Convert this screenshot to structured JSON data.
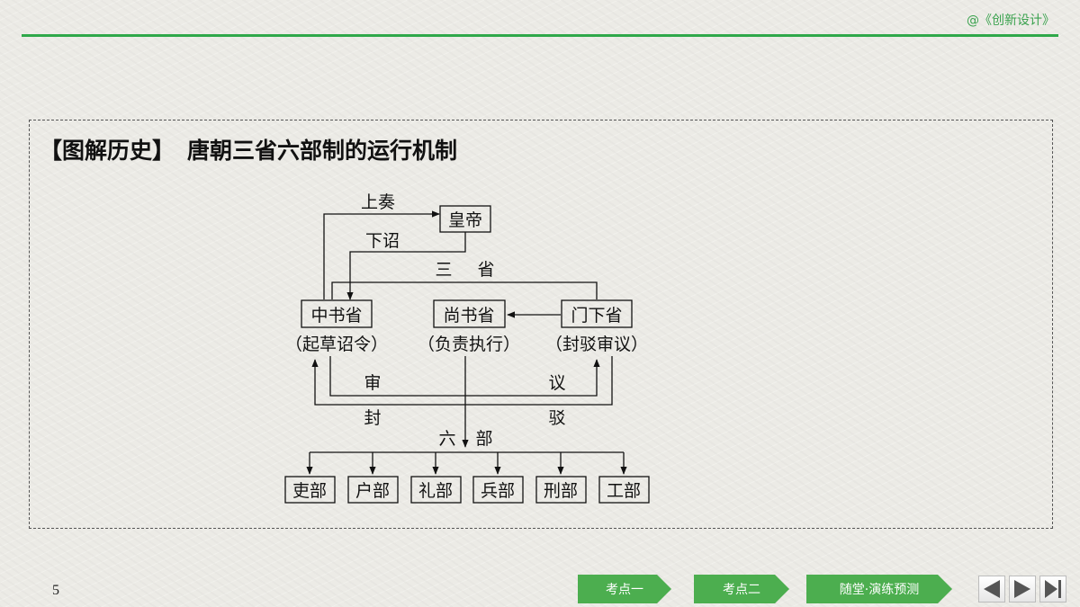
{
  "brand": "@《创新设计》",
  "heading": {
    "tag": "【图解历史】",
    "title": "唐朝三省六部制的运行机制"
  },
  "diagram": {
    "emperor": "皇帝",
    "edge_up": "上奏",
    "edge_down": "下诏",
    "group_three": [
      "三",
      "省"
    ],
    "zhongshu": {
      "name": "中书省",
      "role": "（起草诏令）"
    },
    "shangshu": {
      "name": "尚书省",
      "role": "（负责执行）"
    },
    "menxia": {
      "name": "门下省",
      "role": "（封驳审议）"
    },
    "review": [
      "审",
      "议"
    ],
    "reject": [
      "封",
      "驳"
    ],
    "group_six": [
      "六",
      "部"
    ],
    "ministries": [
      "吏部",
      "户部",
      "礼部",
      "兵部",
      "刑部",
      "工部"
    ]
  },
  "footer": {
    "page_number": "5",
    "nav": [
      "考点一",
      "考点二",
      "随堂·演练预测"
    ]
  },
  "controls": [
    "prev-icon",
    "next-icon",
    "last-icon"
  ]
}
